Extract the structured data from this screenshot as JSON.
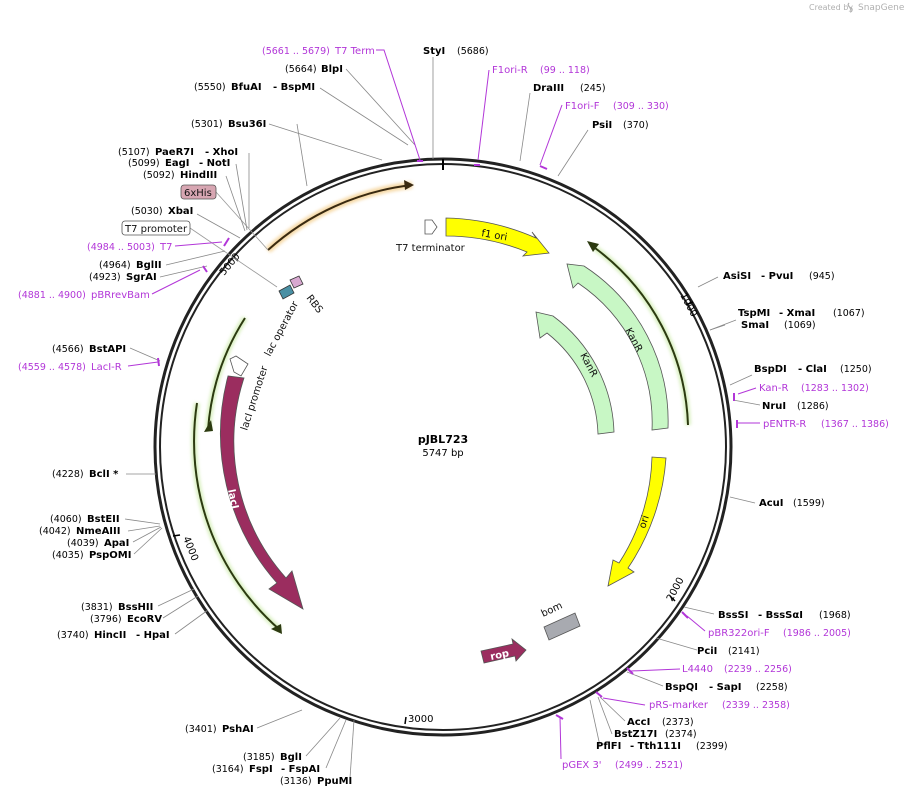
{
  "brand": {
    "created_by": "Created by",
    "app": "SnapGene"
  },
  "plasmid": {
    "name": "pJBL723",
    "size": "5747 bp"
  },
  "ticks": [
    "1000",
    "2000",
    "3000",
    "4000",
    "5000"
  ],
  "features": {
    "t7_terminator": "T7 terminator",
    "f1_ori": "f1 ori",
    "kanr_outer": "KanR",
    "kanr_inner": "KanR",
    "ori": "ori",
    "bom": "bom",
    "rop": "rop",
    "laci": "lacI",
    "laci_promoter": "lacI promoter",
    "lac_operator": "lac operator",
    "rbs": "RBS",
    "t7_promoter": "T7 promoter",
    "his6": "6xHis"
  },
  "enzymes": {
    "styi": {
      "name": "StyI",
      "pos": "(5686)"
    },
    "blpi": {
      "name": "BlpI",
      "pos": "(5664)"
    },
    "bfuai": {
      "name": "BfuAI",
      "pos": "(5550)"
    },
    "bspmi": {
      "name": "- BspMI"
    },
    "bsu36i": {
      "name": "Bsu36I",
      "pos": "(5301)"
    },
    "paer7i": {
      "name": "PaeR7I",
      "pos": "(5107)"
    },
    "xhoi": {
      "name": "- XhoI"
    },
    "eagi": {
      "name": "EagI",
      "pos": "(5099)"
    },
    "noti": {
      "name": "- NotI"
    },
    "hindiii": {
      "name": "HindIII",
      "pos": "(5092)"
    },
    "xbai": {
      "name": "XbaI",
      "pos": "(5030)"
    },
    "bglii": {
      "name": "BglII",
      "pos": "(4964)"
    },
    "sgrai": {
      "name": "SgrAI",
      "pos": "(4923)"
    },
    "bstapi": {
      "name": "BstAPI",
      "pos": "(4566)"
    },
    "bcli": {
      "name": "BclI *",
      "pos": "(4228)"
    },
    "bsteii": {
      "name": "BstEII",
      "pos": "(4060)"
    },
    "nmeaiii": {
      "name": "NmeAIII",
      "pos": "(4042)"
    },
    "apai": {
      "name": "ApaI",
      "pos": "(4039)"
    },
    "pspomi": {
      "name": "PspOMI",
      "pos": "(4035)"
    },
    "bsshii": {
      "name": "BssHII",
      "pos": "(3831)"
    },
    "ecorv": {
      "name": "EcoRV",
      "pos": "(3796)"
    },
    "hincii": {
      "name": "HincII",
      "pos": "(3740)"
    },
    "hpai": {
      "name": "- HpaI"
    },
    "pshai": {
      "name": "PshAI",
      "pos": "(3401)"
    },
    "bgli": {
      "name": "BglI",
      "pos": "(3185)"
    },
    "fspi": {
      "name": "FspI",
      "pos": "(3164)"
    },
    "fspai": {
      "name": "- FspAI"
    },
    "ppumi": {
      "name": "PpuMI",
      "pos": "(3136)"
    },
    "draiii": {
      "name": "DraIII",
      "pos": "(245)"
    },
    "psii": {
      "name": "PsiI",
      "pos": "(370)"
    },
    "asisi": {
      "name": "AsiSI",
      "pos": "(945)"
    },
    "pvui": {
      "name": "- PvuI"
    },
    "tspmi": {
      "name": "TspMI",
      "pos": "(1067)"
    },
    "xmai": {
      "name": "- XmaI"
    },
    "smai": {
      "name": "SmaI",
      "pos": "(1069)"
    },
    "bspdi": {
      "name": "BspDI",
      "pos": "(1250)"
    },
    "clai": {
      "name": "- ClaI"
    },
    "nrui": {
      "name": "NruI",
      "pos": "(1286)"
    },
    "acui": {
      "name": "AcuI",
      "pos": "(1599)"
    },
    "bsssi": {
      "name": "BssSI",
      "pos": "(1968)"
    },
    "bsssai": {
      "name": "- BssSαI"
    },
    "pcii": {
      "name": "PciI",
      "pos": "(2141)"
    },
    "bspqi": {
      "name": "BspQI",
      "pos": "(2258)"
    },
    "sapi": {
      "name": "- SapI"
    },
    "acci": {
      "name": "AccI",
      "pos": "(2373)"
    },
    "bstz17i": {
      "name": "BstZ17I",
      "pos": "(2374)"
    },
    "pflfi": {
      "name": "PflFI",
      "pos": "(2399)"
    },
    "tth111i": {
      "name": "- Tth111I"
    }
  },
  "primers": {
    "t7term": {
      "name": "T7 Term",
      "range": "(5661 .. 5679)"
    },
    "f1ori_r": {
      "name": "F1ori-R",
      "range": "(99 .. 118)"
    },
    "f1ori_f": {
      "name": "F1ori-F",
      "range": "(309 .. 330)"
    },
    "t7": {
      "name": "T7",
      "range": "(4984 .. 5003)"
    },
    "pbrrevbam": {
      "name": "pBRrevBam",
      "range": "(4881 .. 4900)"
    },
    "laci_r": {
      "name": "LacI-R",
      "range": "(4559 .. 4578)"
    },
    "kan_r": {
      "name": "Kan-R",
      "range": "(1283 .. 1302)"
    },
    "pentr_r": {
      "name": "pENTR-R",
      "range": "(1367 .. 1386)"
    },
    "pbr322ori_f": {
      "name": "pBR322ori-F",
      "range": "(1986 .. 2005)"
    },
    "l4440": {
      "name": "L4440",
      "range": "(2239 .. 2256)"
    },
    "prs_marker": {
      "name": "pRS-marker",
      "range": "(2339 .. 2358)"
    },
    "pgex3": {
      "name": "pGEX 3'",
      "range": "(2499 .. 2521)"
    }
  },
  "colors": {
    "backbone": "#222222",
    "primer": "#b236d8",
    "ori": "#ffff00",
    "kanr": "#c8f7c5",
    "laci": "#9b2d5f",
    "bom": "#a8aab0",
    "lac_operator": "#4a90a4",
    "rbs": "#d8a8d0",
    "his6": "#d7a6b2",
    "t7": "#ffffff",
    "green_strand": "#88c440"
  }
}
